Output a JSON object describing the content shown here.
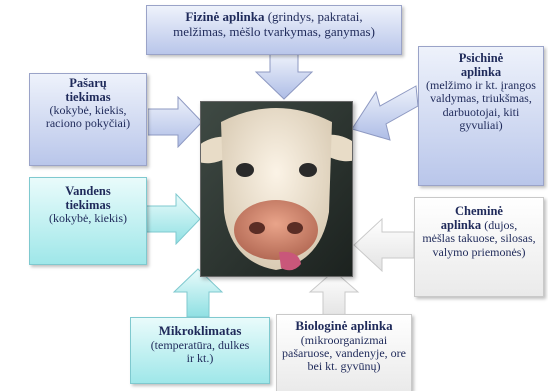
{
  "boxes": {
    "fizine": {
      "title": "Fizinė aplinka",
      "line1": "(grindys, pakratai,",
      "line2": "melžimas, mėšlo tvarkymas, ganymas)"
    },
    "pasaru": {
      "title1": "Pašarų",
      "title2": "tiekimas",
      "detail": "(kokybė, kiekis, raciono pokyčiai)"
    },
    "psichine": {
      "title1": "Psichinė",
      "title2": "aplinka",
      "detail": "(melžimo ir kt. įrangos valdymas, triukšmas, darbuotojai, kiti gyvuliai)"
    },
    "vandens": {
      "title1": "Vandens",
      "title2": "tiekimas",
      "detail": "(kokybė, kiekis)"
    },
    "chemine": {
      "title1": "Cheminė",
      "title2": "aplinka",
      "detail1": "(dujos,",
      "detail2": "mėšlas takuose, silosas, valymo priemonės)"
    },
    "mikroklimatas": {
      "title": "Mikroklimatas",
      "detail": "(temperatūra, dulkes ir kt.)"
    },
    "biologine": {
      "title": "Biologinė aplinka",
      "detail": "(mikroorganizmai pašaruose, vandenyje, ore bei kt. gyvūnų)"
    }
  },
  "colors": {
    "blue_box": "#b9c6ea",
    "cyan_box": "#9fe7e9",
    "gray_box": "#eaeaea",
    "text": "#1f2a5a"
  },
  "center_image": "cow-face-photo"
}
